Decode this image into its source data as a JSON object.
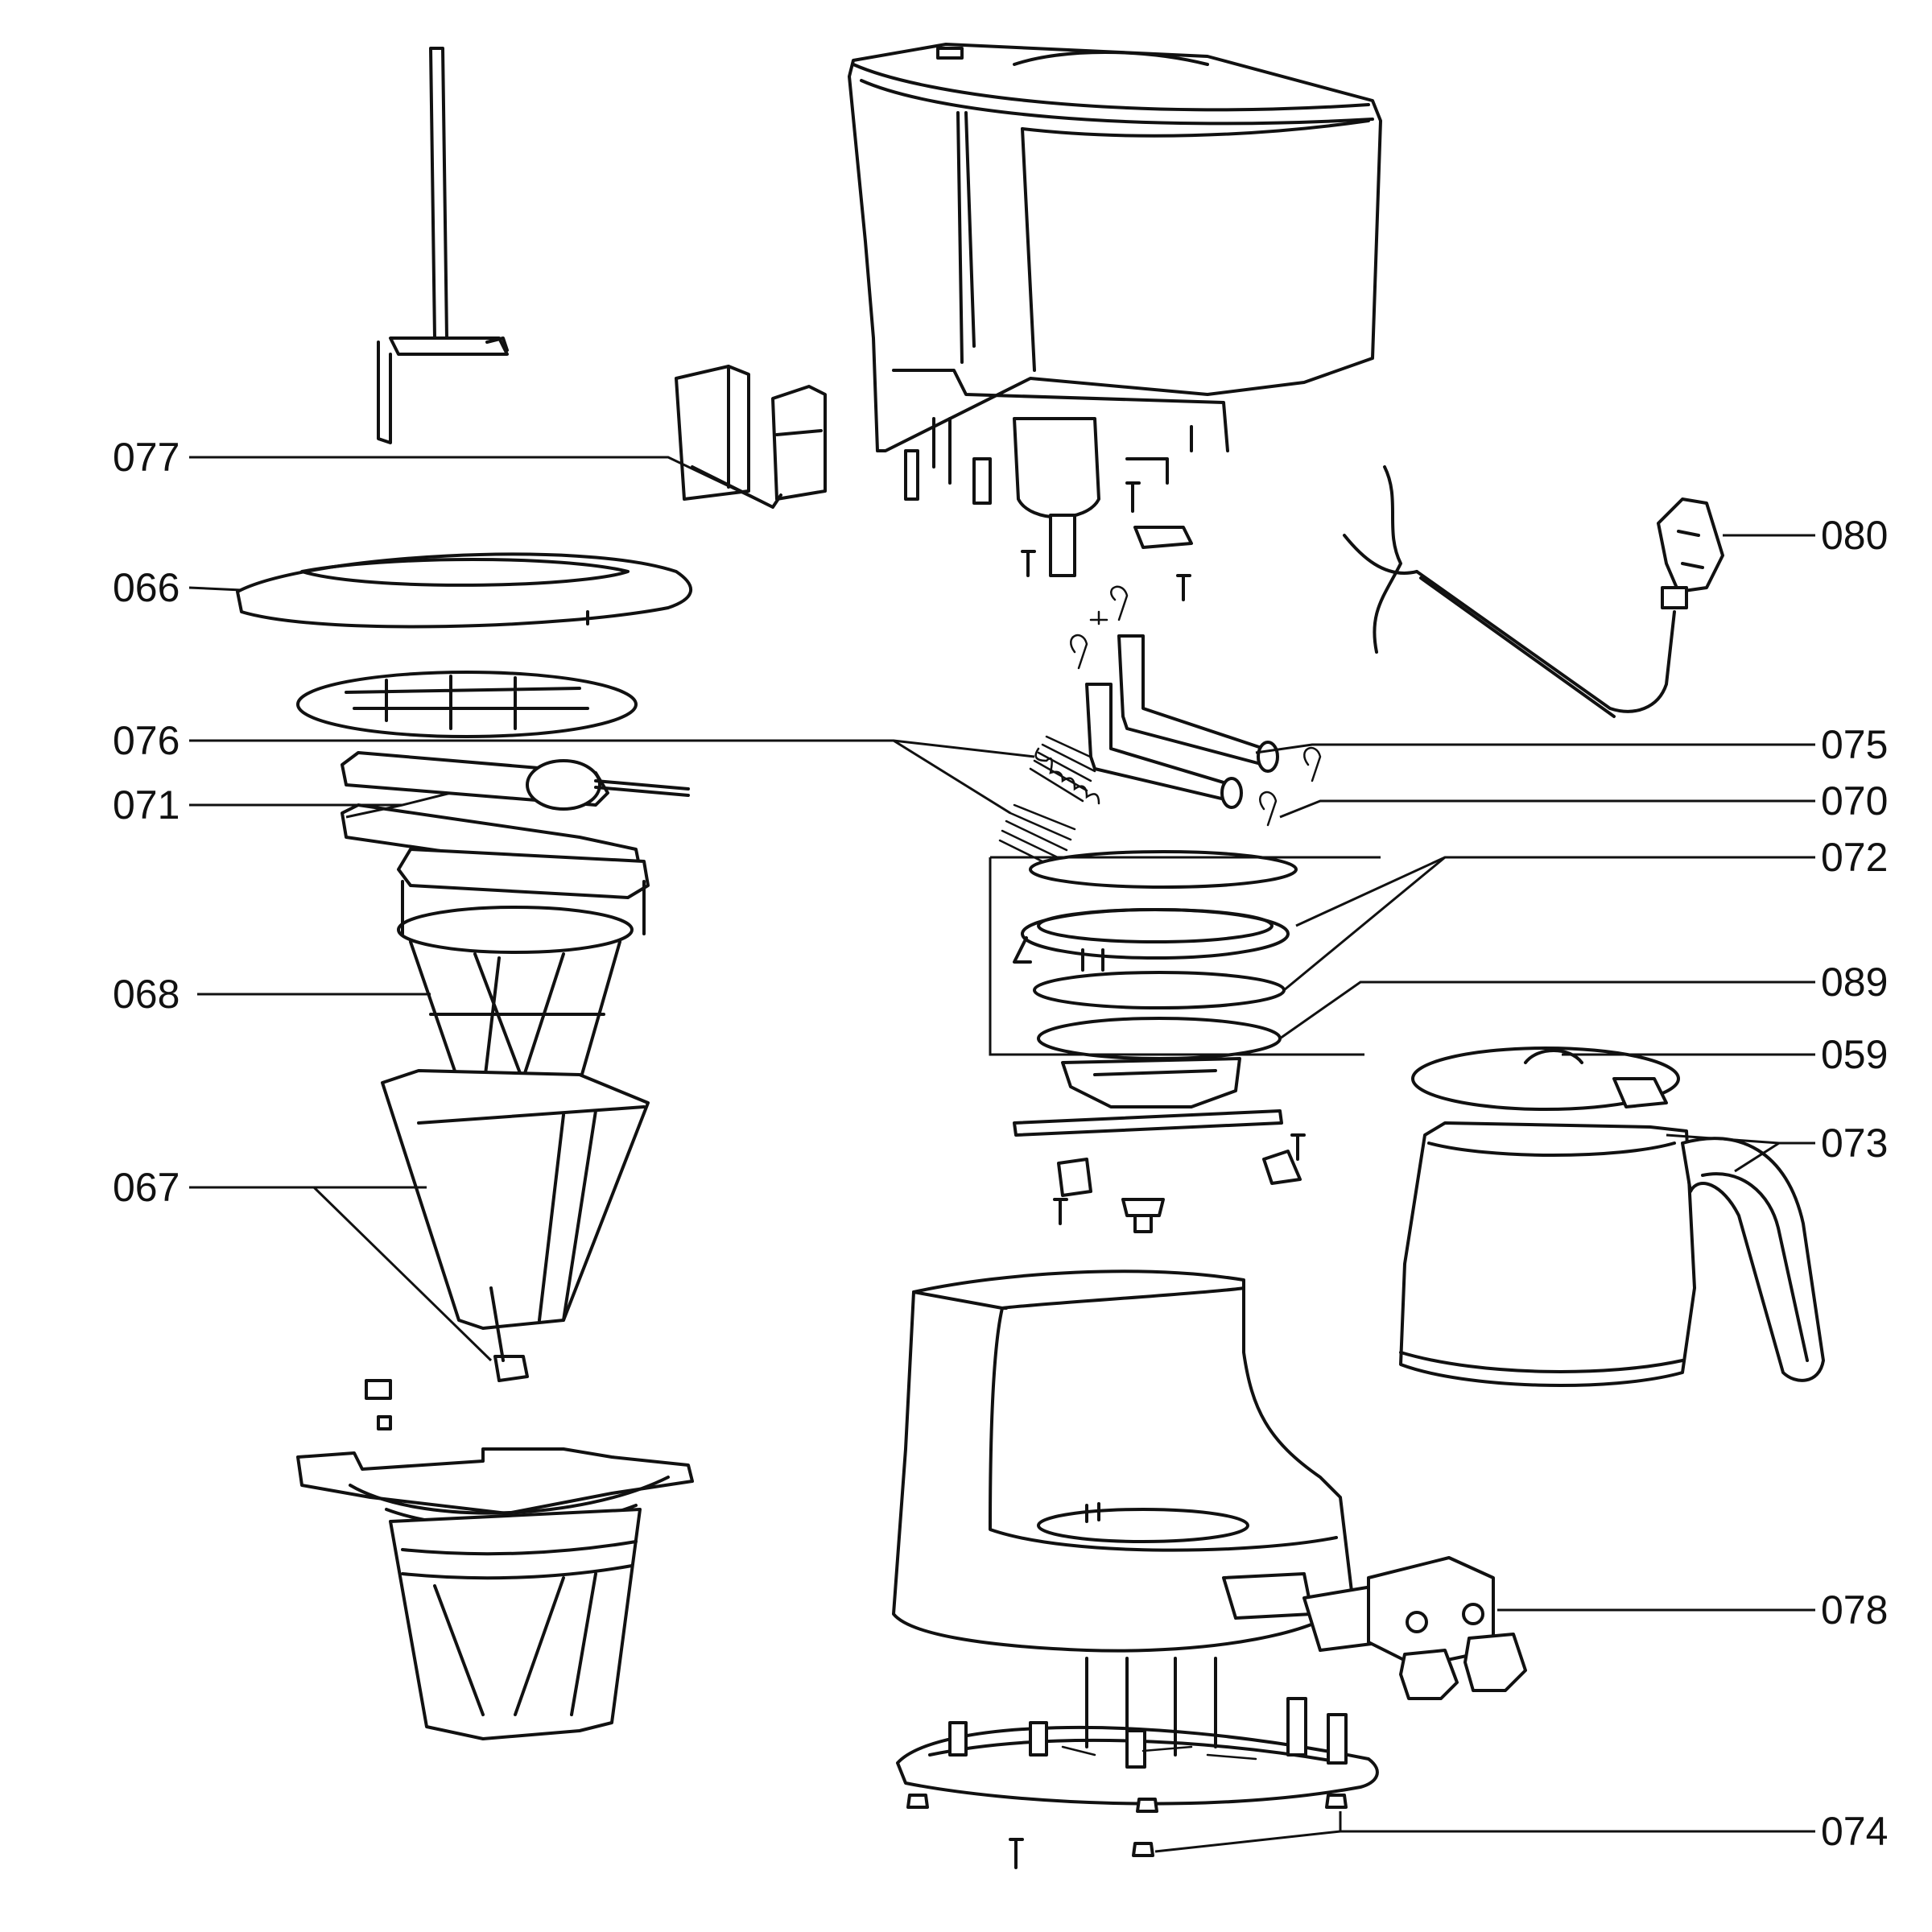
{
  "labels": {
    "l077": "077",
    "l066": "066",
    "l076": "076",
    "l071": "071",
    "l068": "068",
    "l067": "067",
    "l080": "080",
    "l075": "075",
    "l070": "070",
    "l072": "072",
    "l089": "089",
    "l059": "059",
    "l073": "073",
    "l078": "078",
    "l074": "074"
  }
}
